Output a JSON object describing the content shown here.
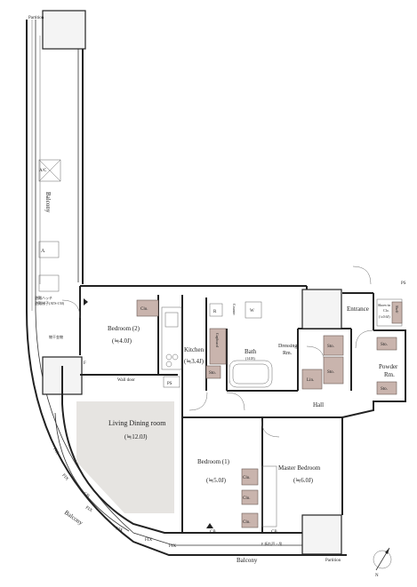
{
  "labels": {
    "partition_top": "Partition",
    "partition_bottom": "Partition",
    "balcony_west": "Balcony",
    "balcony_curve": "Balcony",
    "balcony_south": "Balcony",
    "ac_unit": "A/C",
    "mark_a": "A",
    "evac_hatch": "避難ハッチ",
    "evac_ladder": "避難梯子(ATS-150)",
    "hangers": "物干金物",
    "fix_1": "FIX",
    "fix_2": "FIX",
    "fix_3": "FIX",
    "fix_4": "FIX",
    "fix_5": "FIX",
    "fix_6": "FIX",
    "cb_1": "CB",
    "cb_2": "CB",
    "cb_3": "CB",
    "f_label": "F",
    "ps_1": "PS",
    "ps_2": "PS",
    "wall_door": "Wall door",
    "bedroom2": "Bedroom (2)",
    "bedroom2_size": "(≒4.0J)",
    "clo_bed2": "Clo.",
    "kitchen": "Kitchen",
    "kitchen_size": "(≒3.4J)",
    "cupboard": "Cupboard",
    "kitchen_sto": "Sto.",
    "refrigerator": "R",
    "counter": "Counter",
    "washer": "W",
    "bath": "Bath",
    "bath_size": "(1418)",
    "dressing": "Dressing",
    "dressing_rm": "Rm.",
    "lin": "Lin.",
    "sto_dress_1": "Sto.",
    "sto_dress_2": "Sto.",
    "entrance": "Entrance",
    "shoesin": "Shoes-in",
    "shoesin_clo": "Clo.",
    "shoesin_size": "(≒0.6J)",
    "shelf": "Shelf",
    "sto_entry": "Sto.",
    "powder": "Powder",
    "powder_rm": "Rm.",
    "sto_powder": "Sto.",
    "living": "Living Dining room",
    "living_size": "(≒12.0J)",
    "hall": "Hall",
    "bedroom1": "Bedroom (1)",
    "bedroom1_size": "(≒5.0J)",
    "master": "Master Bedroom",
    "master_size": "(≒6.0J)",
    "clo_1": "Clo.",
    "clo_2": "Clo.",
    "clo_3": "Clo.",
    "sliding_door": "F 折れ戸・吊",
    "north": "N"
  },
  "colors": {
    "wall": "#222222",
    "living_floor": "#e6e4e1",
    "fixture": "#c9b4ad",
    "background": "#ffffff"
  }
}
